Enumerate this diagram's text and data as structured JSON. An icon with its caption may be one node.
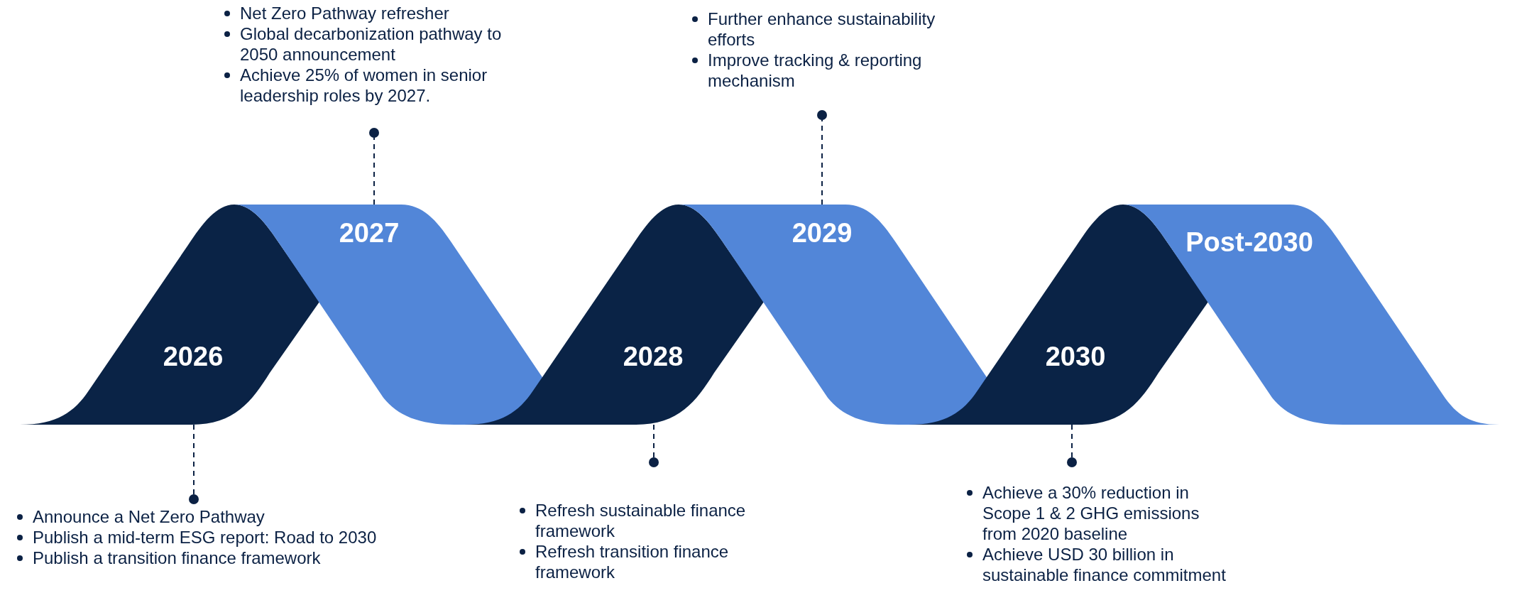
{
  "diagram": {
    "nodes": [
      {
        "text": [
          "2026"
        ]
      },
      {
        "text": [
          "2027"
        ]
      },
      {
        "text": [
          "2028"
        ]
      },
      {
        "text": [
          "2029"
        ]
      },
      {
        "text": [
          "2030"
        ]
      },
      {
        "text": [
          "Post-2030"
        ]
      },
      {
        "text": [
          "Net Zero Pathway refresher",
          "Global decarbonization pathway to 2050 announcement",
          "Achieve 25% of women in senior leadership roles by 2027."
        ]
      },
      {
        "text": [
          "Further enhance sustainability efforts",
          "Improve tracking & reporting mechanism"
        ]
      },
      {
        "text": [
          "Announce a Net Zero Pathway",
          "Publish a mid-term ESG report: Road to 2030",
          "Publish a transition finance framework"
        ]
      },
      {
        "text": [
          "Refresh sustainable finance framework",
          "Refresh transition finance framework"
        ]
      },
      {
        "text": [
          "Achieve a 30% reduction in Scope 1 & 2 GHG emissions from 2020 baseline",
          "Achieve USD 30 billion in sustainable finance commitment"
        ]
      }
    ],
    "edges": [
      {
        "from": 1,
        "to": 6,
        "arrow": "other",
        "style": "dashed"
      },
      {
        "from": 3,
        "to": 7,
        "arrow": "other",
        "style": "dashed"
      },
      {
        "from": 0,
        "to": 8,
        "arrow": "other",
        "style": "dashed"
      },
      {
        "from": 2,
        "to": 9,
        "arrow": "other",
        "style": "dashed"
      },
      {
        "from": 4,
        "to": 10,
        "arrow": "other",
        "style": "dashed"
      }
    ]
  }
}
